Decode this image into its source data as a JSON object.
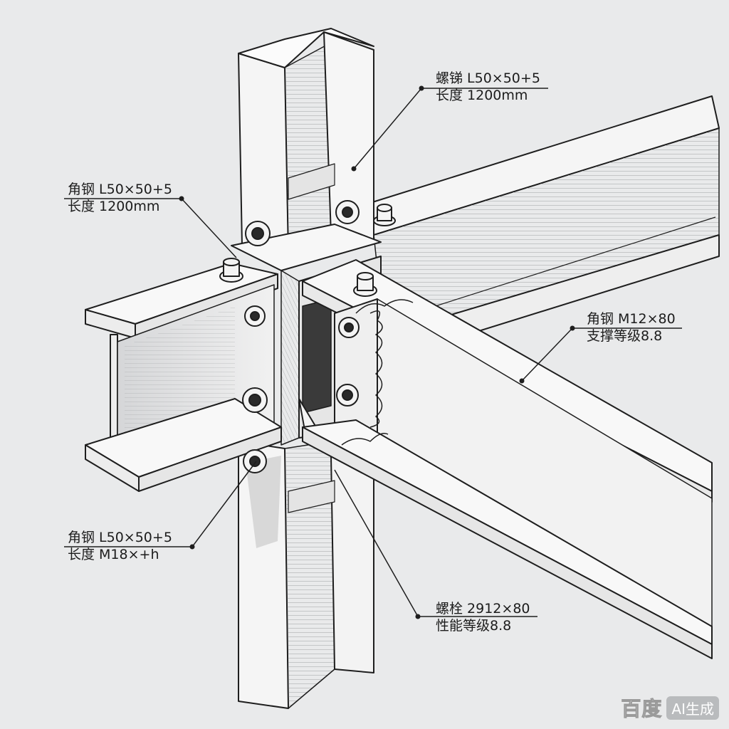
{
  "annotations": [
    {
      "id": "top-right",
      "line1": "螺锑 L50×50+5",
      "line2": "长度 1200mm"
    },
    {
      "id": "top-left",
      "line1": "角钢 L50×50+5",
      "line2": "长度 1200mm"
    },
    {
      "id": "middle-right",
      "line1": "角钢 M12×80",
      "line2": "支撑等级8.8"
    },
    {
      "id": "bottom-left",
      "line1": "角钢 L50×50+5",
      "line2": "长度 M18×+h"
    },
    {
      "id": "bottom-right",
      "line1": "螺栓  2912×80",
      "line2": "性能等级8.8"
    }
  ],
  "watermark": {
    "logo": "百度",
    "tag": "AI生成"
  },
  "colors": {
    "paper": "#e9eaeb",
    "ink": "#1c1c1c",
    "steel": "#f4f4f4",
    "shade": "#c9cacc"
  }
}
